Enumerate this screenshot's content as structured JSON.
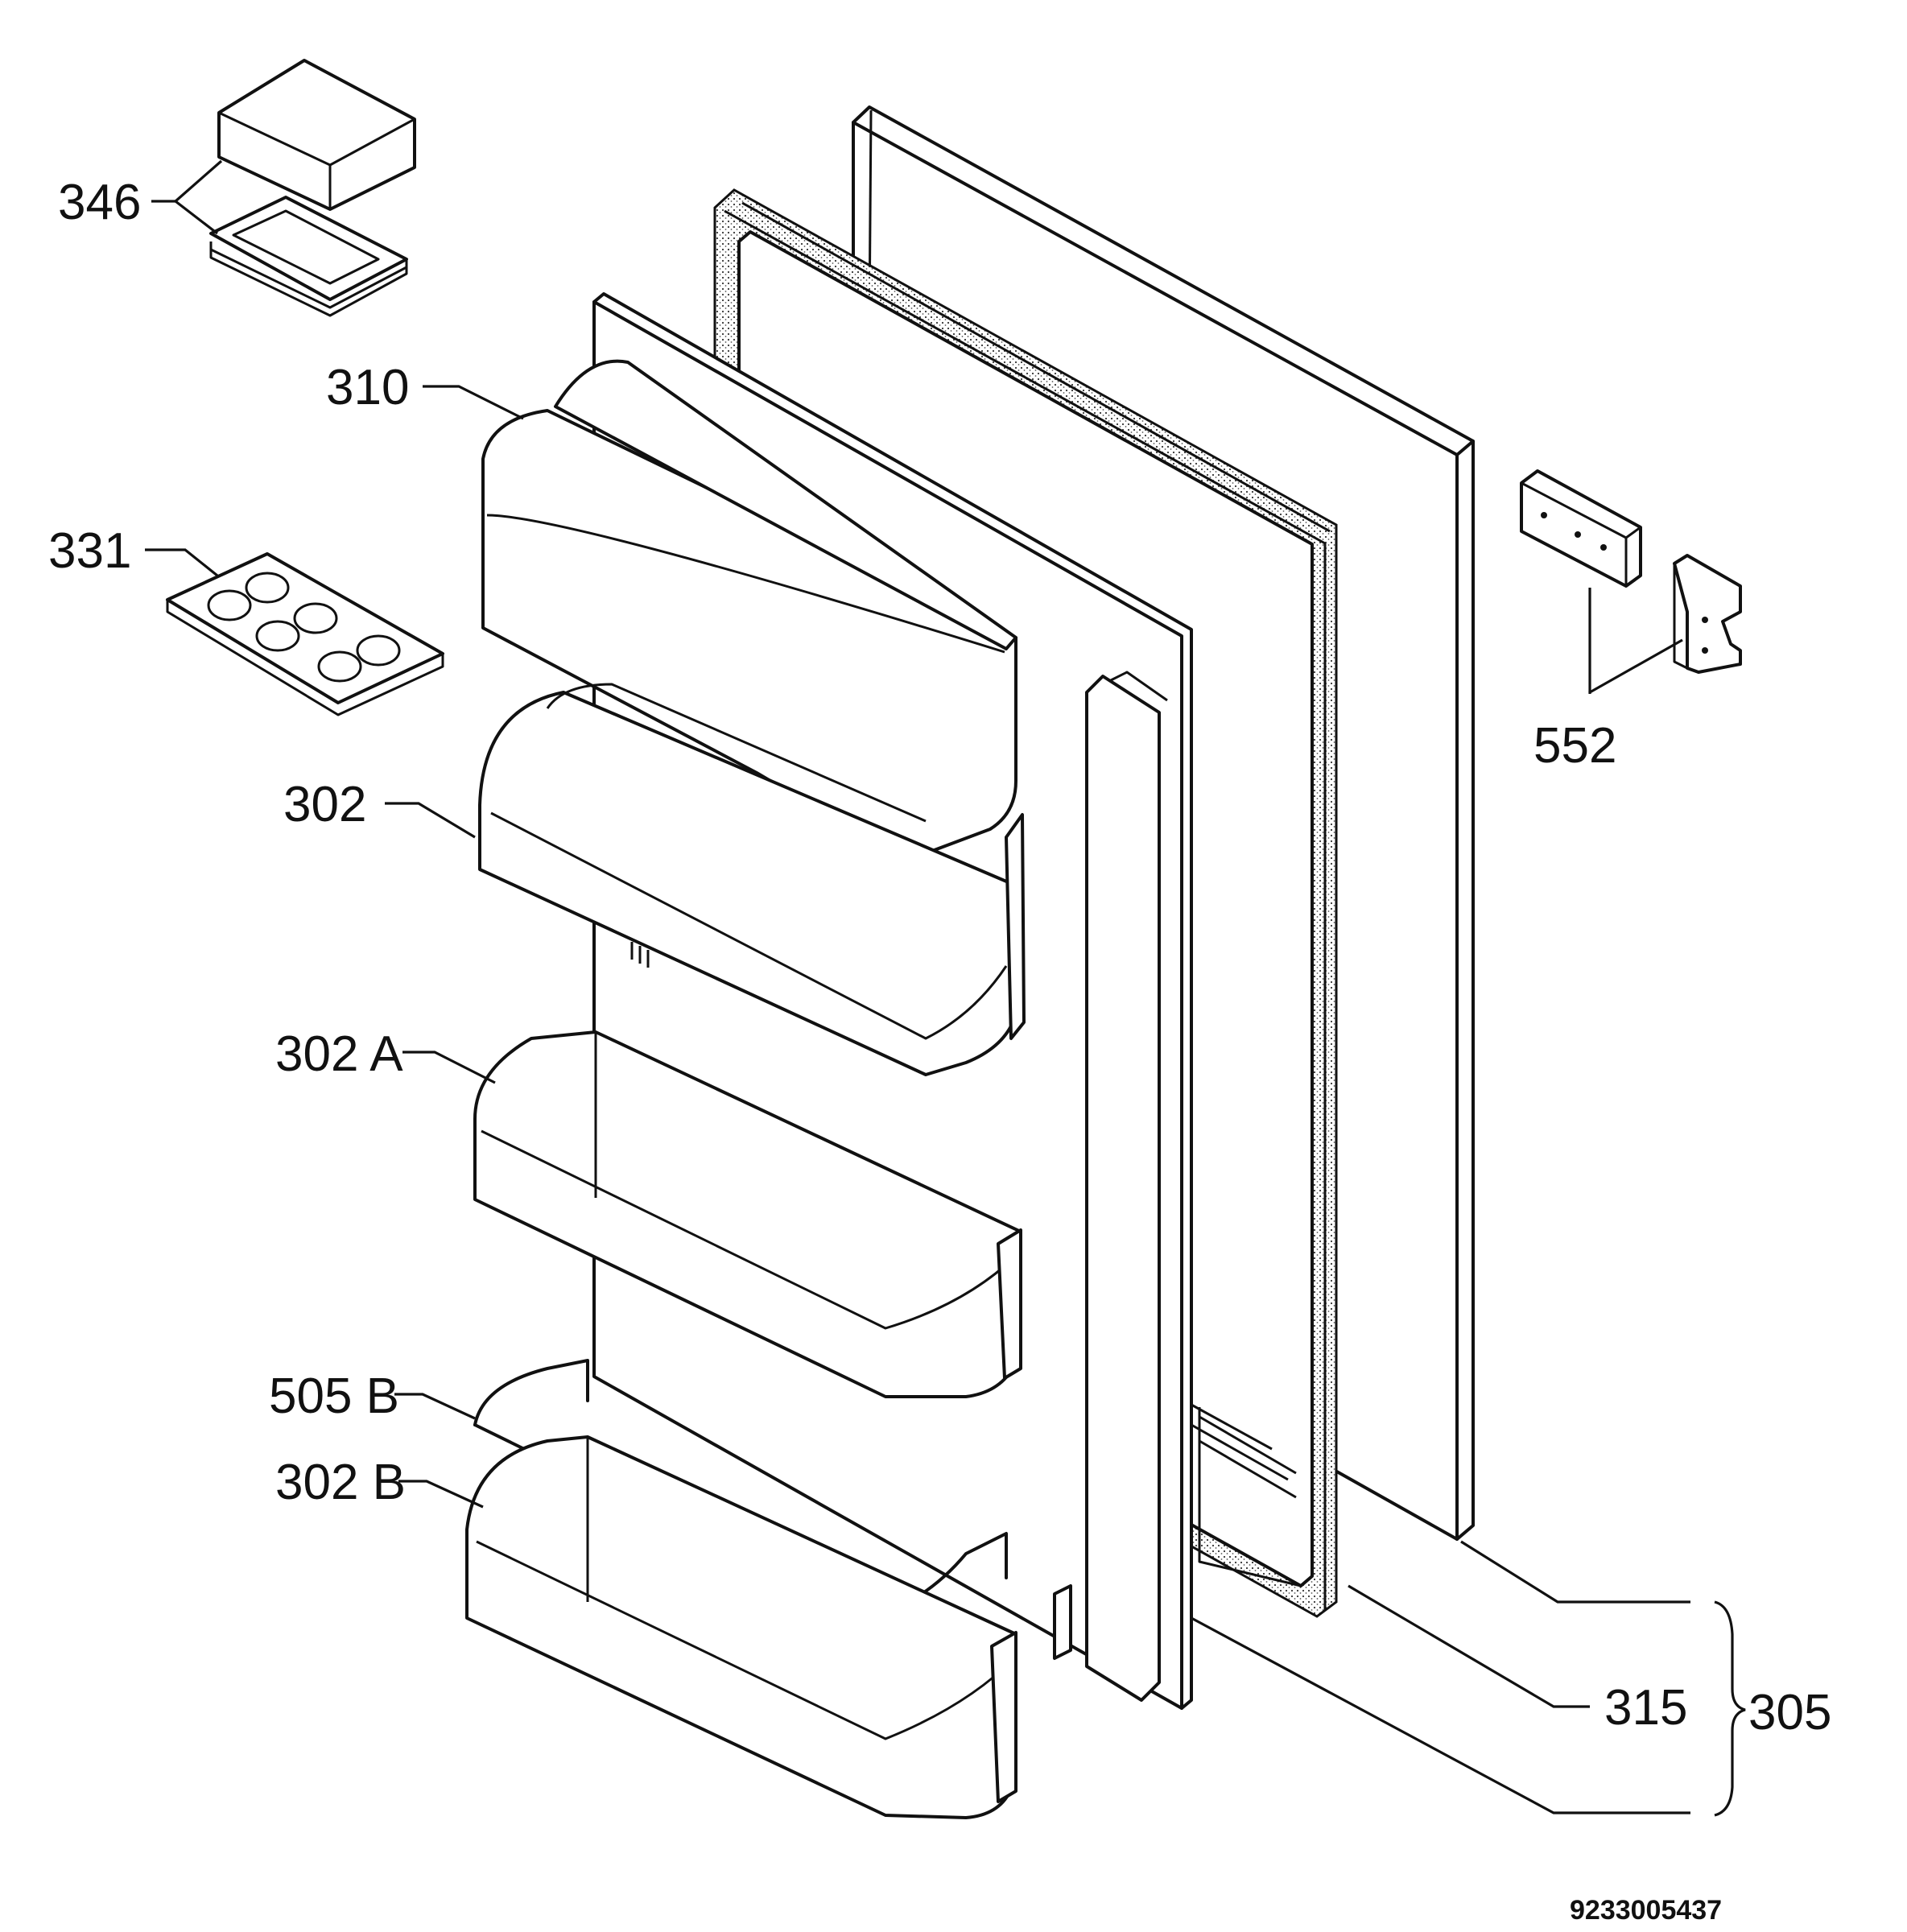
{
  "diagram": {
    "labels": {
      "p346": "346",
      "p310": "310",
      "p331": "331",
      "p302": "302",
      "p302a": "302 A",
      "p505b": "505 B",
      "p302b": "302 B",
      "p552": "552",
      "p315": "315",
      "p305": "305"
    },
    "drawing_number": "9233005437"
  }
}
